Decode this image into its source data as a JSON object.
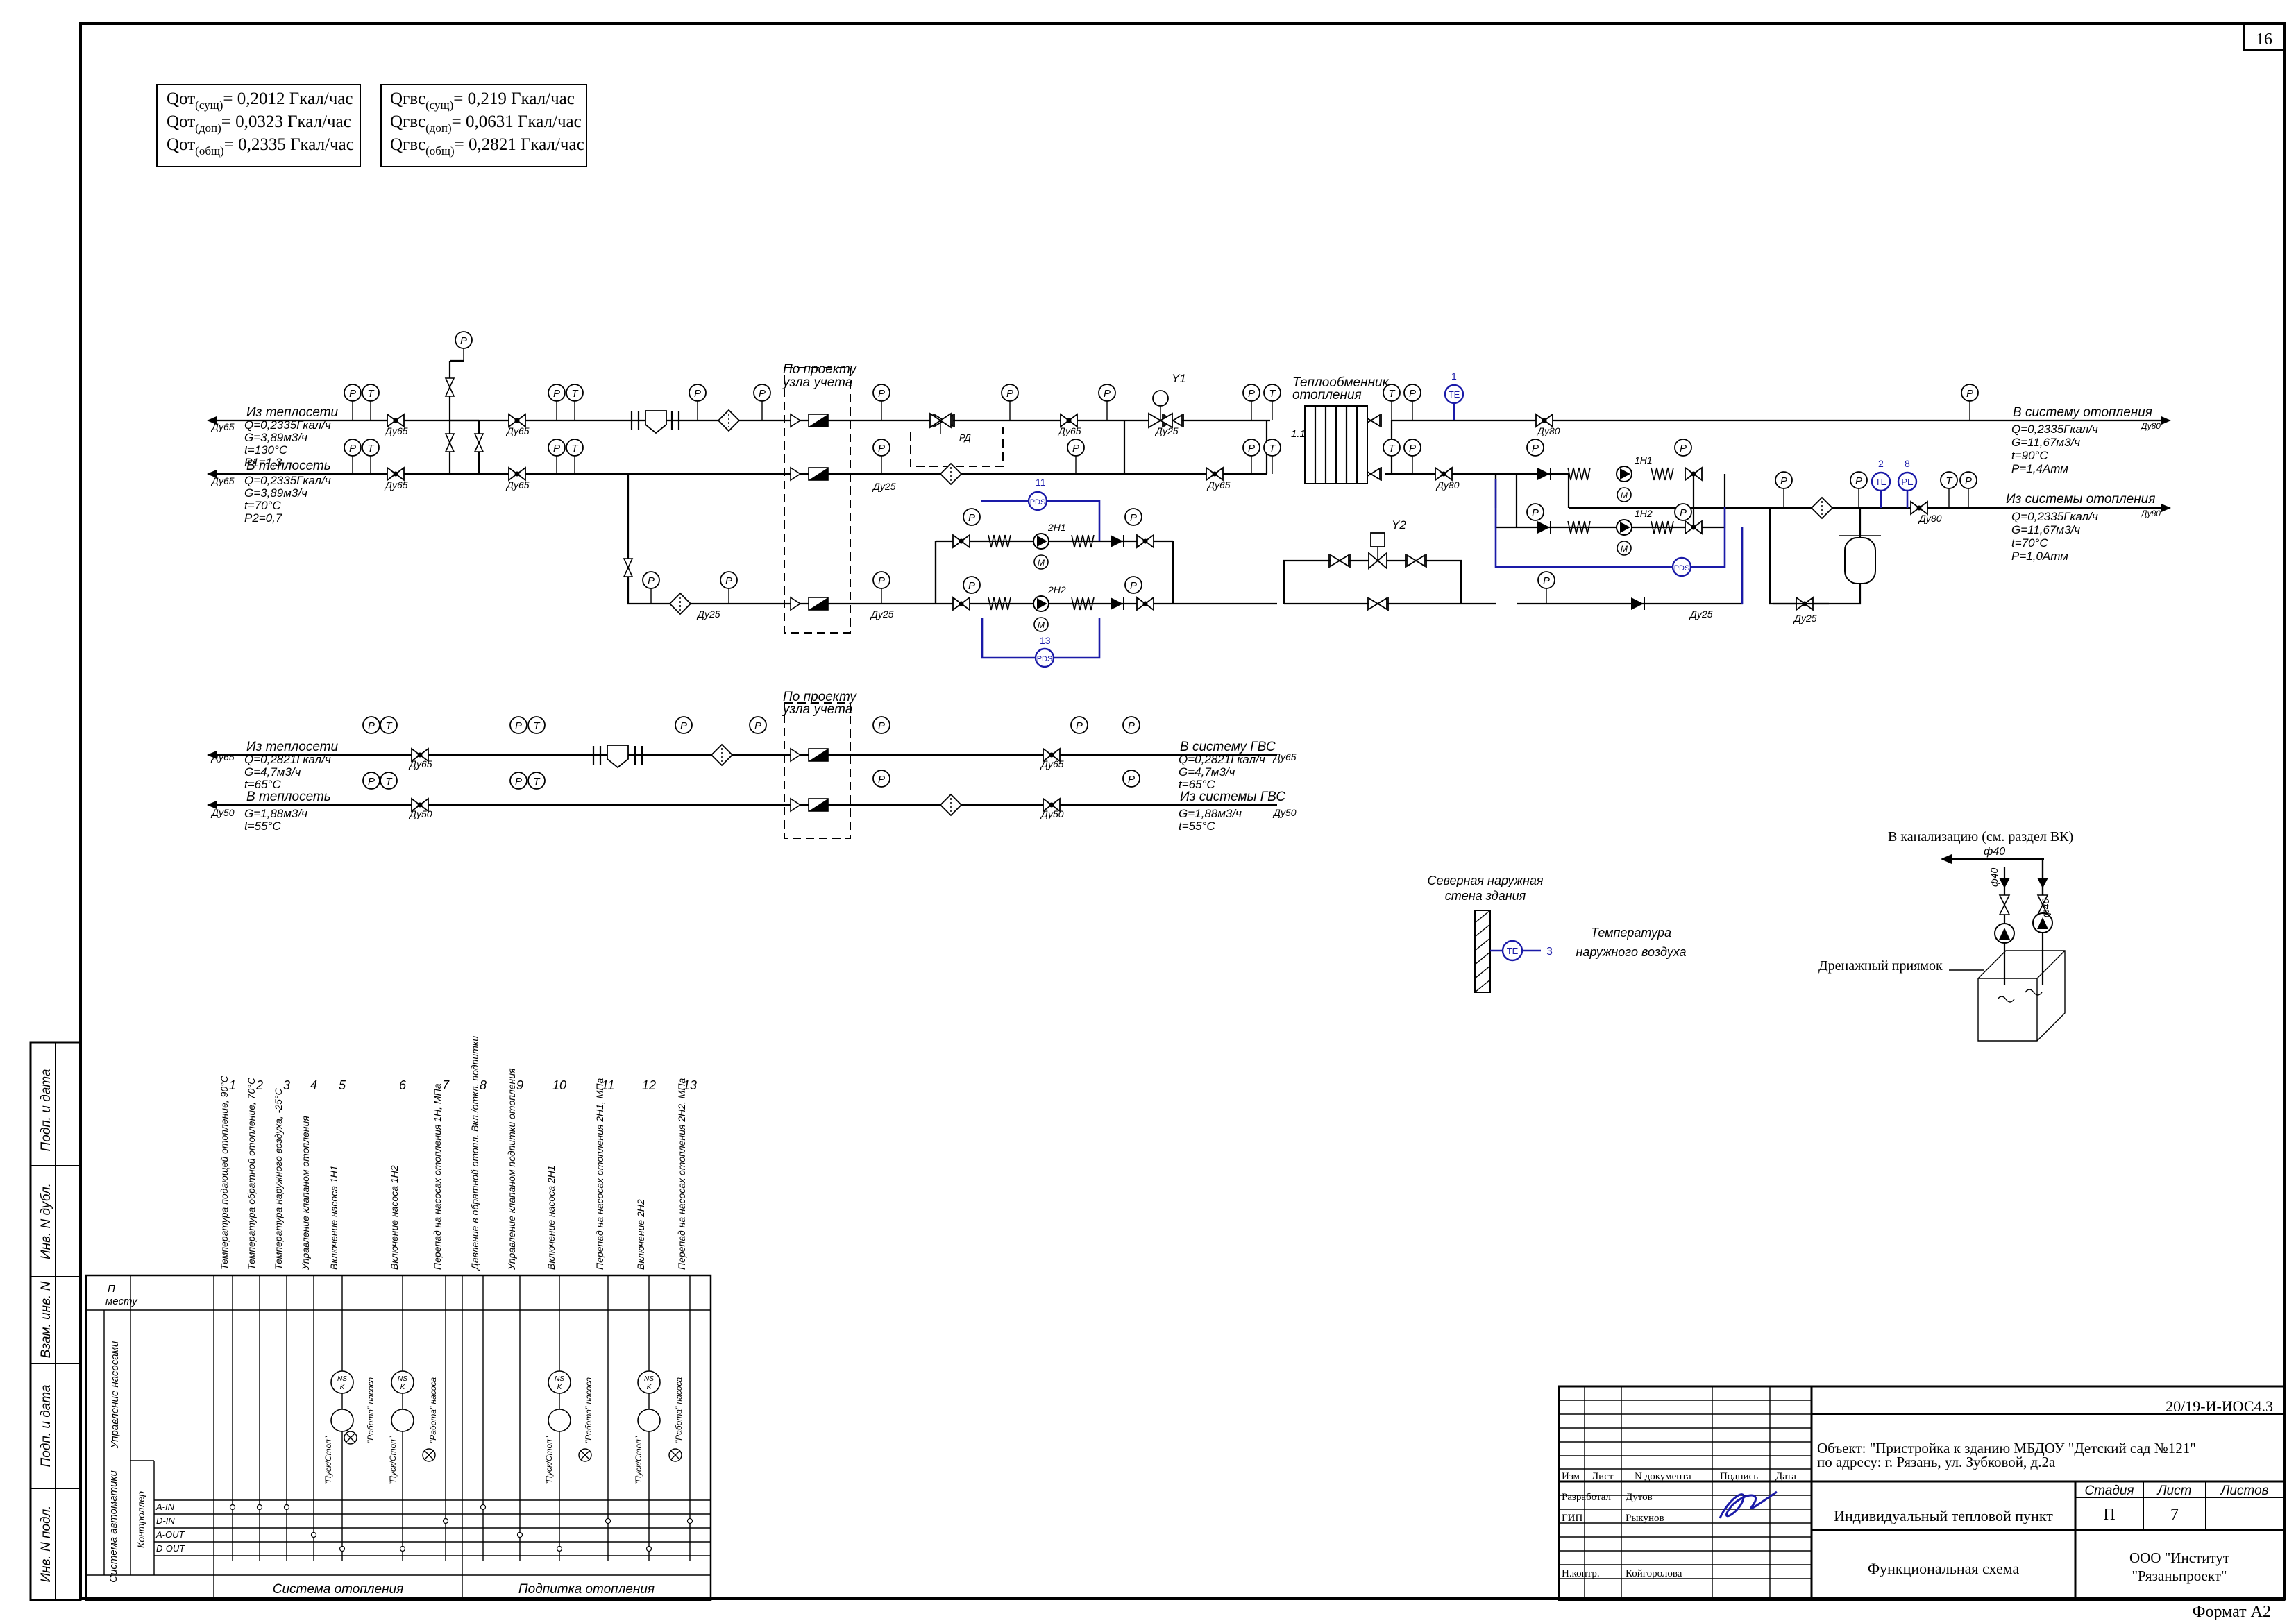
{
  "sheet": {
    "number": "16",
    "format": "Формат А2"
  },
  "loads": {
    "heating": [
      {
        "label": "Qот",
        "sub": "(сущ)",
        "value": "= 0,2012 Гкал/час"
      },
      {
        "label": "Qот",
        "sub": "(доп)",
        "value": "= 0,0323 Гкал/час"
      },
      {
        "label": "Qот",
        "sub": "(общ)",
        "value": "= 0,2335 Гкал/час"
      }
    ],
    "hot_water": [
      {
        "label": "Qгвс",
        "sub": "(сущ)",
        "value": "= 0,219 Гкал/час"
      },
      {
        "label": "Qгвс",
        "sub": "(доп)",
        "value": "= 0,0631 Гкал/час"
      },
      {
        "label": "Qгвс",
        "sub": "(общ)",
        "value": "= 0,2821 Гкал/час"
      }
    ]
  },
  "heating_circuit": {
    "supply_in": [
      "Из теплосети",
      "Q=0,2335Гкал/ч",
      "G=3,89м3/ч",
      "t=130°C",
      "P1=1,3"
    ],
    "return_out": [
      "В теплосеть",
      "Q=0,2335Гкал/ч",
      "G=3,89м3/ч",
      "t=70°C",
      "P2=0,7"
    ],
    "supply_out": [
      "В систему отопления",
      "Q=0,2335Гкал/ч",
      "G=11,67м3/ч",
      "t=90°C",
      "P=1,4Атм"
    ],
    "return_in": [
      "Из системы отопления",
      "Q=0,2335Гкал/ч",
      "G=11,67м3/ч",
      "t=70°C",
      "P=1,0Атм"
    ],
    "meter_note": [
      "По проекту",
      "узла учета"
    ],
    "exchanger": [
      "Теплообменник",
      "отопления"
    ],
    "exchanger_tag": "1.1",
    "dn": {
      "d65": "Ду65",
      "d80": "Ду80",
      "d25": "Ду25",
      "d50": "Ду50"
    },
    "valves": {
      "y1": "Y1",
      "y2": "Y2",
      "rd": "РД"
    },
    "pumps": [
      "1Н1",
      "1Н2",
      "2Н1",
      "2Н2"
    ]
  },
  "dhw_circuit": {
    "supply_in": [
      "Из теплосети",
      "Q=0,2821Гкал/ч",
      "G=4,7м3/ч",
      "t=65°C"
    ],
    "return_out": [
      "В теплосеть",
      "G=1,88м3/ч",
      "t=55°C"
    ],
    "supply_out": [
      "В систему ГВС",
      "Q=0,2821Гкал/ч",
      "G=4,7м3/ч",
      "t=65°C"
    ],
    "return_in": [
      "Из системы ГВС",
      "G=1,88м3/ч",
      "t=55°C"
    ],
    "meter_note": [
      "По проекту",
      "узла учета"
    ]
  },
  "instruments": {
    "p": "P",
    "t": "T",
    "te": "TE",
    "pe": "PE",
    "pds": "PDS",
    "m": "M"
  },
  "outdoor": {
    "wall": [
      "Северная наружная",
      "стена здания"
    ],
    "label": [
      "Температура",
      "наружного воздуха"
    ],
    "tag": "3"
  },
  "drainage": {
    "title": "В канализацию (см. раздел ВК)",
    "pipe": "ф40",
    "pit": "Дренажный приямок"
  },
  "control_table": {
    "columns": [
      {
        "n": "1",
        "t": "Температура подающей отопление, 90°С"
      },
      {
        "n": "2",
        "t": "Температура обратной отопление, 70°С"
      },
      {
        "n": "3",
        "t": "Температура наружного воздуха, -25°С"
      },
      {
        "n": "4",
        "t": "Управление клапаном отопления"
      },
      {
        "n": "5",
        "t": "Включение насоса 1Н1"
      },
      {
        "n": "6",
        "t": "Включение насоса 1Н2"
      },
      {
        "n": "7",
        "t": "Перепад на насосах отопления 1Н, МПа"
      },
      {
        "n": "8",
        "t": "Давление в обратной отопл. Вкл./откл. подпитки"
      },
      {
        "n": "9",
        "t": "Управление клапаном подпитки отопления"
      },
      {
        "n": "10",
        "t": "Включение насоса 2Н1"
      },
      {
        "n": "11",
        "t": "Перепад на насосах отопления 2Н1, МПа"
      },
      {
        "n": "12",
        "t": "Включение 2Н2"
      },
      {
        "n": "13",
        "t": "Перепад на насосах отопления 2Н2, МПа"
      }
    ],
    "local": "По месту",
    "pump_control": "Управление насосами",
    "automation": "Система автоматики",
    "controller": "Контроллер",
    "io": [
      "A-IN",
      "D-IN",
      "A-OUT",
      "D-OUT"
    ],
    "heating": "Система отопления",
    "makeup": "Подпитка отопления",
    "ns": "NS",
    "k": "K",
    "start": "\"Пуск/Стоп\"",
    "work": "\"Работа\" насоса"
  },
  "side_stamp": [
    "Подп. и дата",
    "Инв. N дубл.",
    "Взам. инв. N",
    "Подп. и дата",
    "Инв. N подл."
  ],
  "title_block": {
    "code": "20/19-И-ИОС4.3",
    "object": "Объект: \"Пристройка к зданию МБДОУ \"Детский сад №121\"",
    "address": "по адресу: г. Рязань, ул. Зубковой, д.2а",
    "headers": [
      "Изм",
      "Лист",
      "N документа",
      "Подпись",
      "Дата"
    ],
    "roles": [
      {
        "role": "Разработал",
        "name": "Дутов"
      },
      {
        "role": "ГИП",
        "name": "Рыкунов"
      },
      {
        "role": "Н.контр.",
        "name": "Койгоролова"
      }
    ],
    "subject": "Индивидуальный тепловой пункт",
    "stage_h": "Стадия",
    "sheet_h": "Лист",
    "sheets_h": "Листов",
    "stage": "П",
    "sheet": "7",
    "drawing": "Функциональная схема",
    "company": [
      "ООО \"Институт",
      "\"Рязаньпроект\""
    ]
  }
}
